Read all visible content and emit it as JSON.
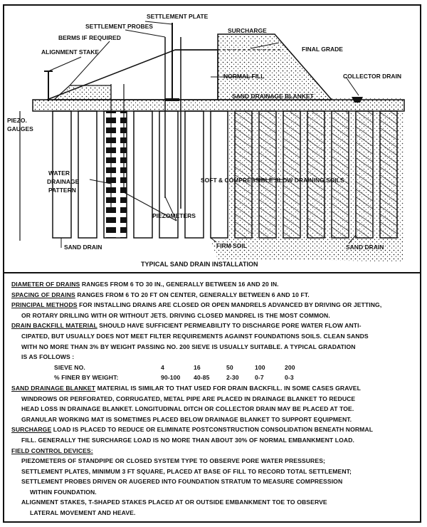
{
  "diagram": {
    "caption": "TYPICAL SAND DRAIN INSTALLATION",
    "labels": {
      "settlement_plate": "SETTLEMENT PLATE",
      "settlement_probes": "SETTLEMENT PROBES",
      "berms": "BERMS IF REQUIRED",
      "alignment_stake": "ALIGNMENT STAKE",
      "surcharge": "SURCHARGE",
      "final_grade": "FINAL GRADE",
      "normal_fill": "NORMAL FILL",
      "collector_drain": "COLLECTOR DRAIN",
      "sand_blanket": "SAND DRAINAGE BLANKET",
      "piezo_gauges_1": "PIEZO.",
      "piezo_gauges_2": "GAUGES",
      "water_1": "WATER",
      "water_2": "DRAINAGE",
      "water_3": "PATTERN",
      "soft_soils": "SOFT & COMPRESSIBLE SLOW DRAINING SOILS",
      "piezometers": "PIEZOMETERS",
      "sand_drain_left": "SAND DRAIN",
      "firm_soil": "FIRM SOIL",
      "sand_drain_right": "SAND DRAIN"
    }
  },
  "notes": {
    "diameter": {
      "term": "DIAMETER OF DRAINS",
      "text": " RANGES FROM 6 TO 30 IN., GENERALLY BETWEEN 16 AND 20 IN."
    },
    "spacing": {
      "term": "SPACING OF DRAINS",
      "text": " RANGES FROM 6 TO 20 FT ON CENTER, GENERALLY BETWEEN 6 AND 10 FT."
    },
    "methods": {
      "term": "PRINCIPAL METHODS",
      "text": " FOR INSTALLING DRAINS ARE CLOSED OR OPEN MANDRELS ADVANCED BY DRIVING OR JETTING,",
      "line2": "OR ROTARY DRILLING WITH OR WITHOUT JETS. DRIVING CLOSED MANDREL IS THE MOST COMMON."
    },
    "backfill": {
      "term": "DRAIN BACKFILL MATERIAL",
      "text": " SHOULD HAVE SUFFICIENT PERMEABILITY TO DISCHARGE PORE WATER FLOW ANTI-",
      "line2": "CIPATED, BUT USUALLY DOES NOT MEET FILTER REQUIREMENTS AGAINST FOUNDATIONS SOILS. CLEAN SANDS",
      "line3": "WITH NO MORE THAN 3% BY WEIGHT PASSING No. 200 SIEVE IS USUALLY SUITABLE. A TYPICAL GRADATION",
      "line4": "IS AS FOLLOWS :"
    },
    "sieve": {
      "row1": [
        "SIEVE No.",
        "4",
        "16",
        "50",
        "100",
        "200"
      ],
      "row2": [
        "% FINER BY WEIGHT:",
        "90-100",
        "40-85",
        "2-30",
        "0-7",
        "0-3"
      ]
    },
    "blanket": {
      "term": "SAND DRAINAGE BLANKET",
      "text": " MATERIAL IS SIMILAR TO THAT USED FOR DRAIN BACKFILL. IN SOME CASES GRAVEL",
      "line2": "WINDROWS OR PERFORATED, CORRUGATED, METAL PIPE ARE PLACED IN DRAINAGE BLANKET TO REDUCE",
      "line3": "HEAD LOSS IN DRAINAGE BLANKET. LONGITUDINAL DITCH OR COLLECTOR DRAIN MAY BE PLACED AT TOE.",
      "line4": "GRANULAR WORKING MAT IS SOMETIMES PLACED BELOW DRAINAGE BLANKET TO SUPPORT EQUIPMENT."
    },
    "surcharge": {
      "term": "SURCHARGE",
      "text": " LOAD IS PLACED TO REDUCE OR ELIMINATE POSTCONSTRUCTION CONSOLIDATION BENEATH NORMAL",
      "line2": "FILL. GENERALLY THE SURCHARGE LOAD IS NO MORE THAN ABOUT 30% OF NORMAL EMBANKMENT LOAD."
    },
    "field": {
      "term": "FIELD CONTROL DEVICES:",
      "p1": "PIEZOMETERS OF STANDPIPE OR CLOSED SYSTEM TYPE TO OBSERVE PORE WATER PRESSURES;",
      "p2": "SETTLEMENT PLATES, MINIMUM 3 FT SQUARE, PLACED AT BASE OF FILL TO RECORD TOTAL SETTLEMENT;",
      "p3a": "SETTLEMENT PROBES DRIVEN OR AUGERED INTO FOUNDATION STRATUM TO MEASURE COMPRESSION",
      "p3b": "WITHIN FOUNDATION.",
      "p4a": "ALIGNMENT STAKES, T-SHAPED STAKES PLACED AT OR OUTSIDE EMBANKMENT TOE TO OBSERVE",
      "p4b": "LATERAL MOVEMENT AND HEAVE."
    }
  }
}
